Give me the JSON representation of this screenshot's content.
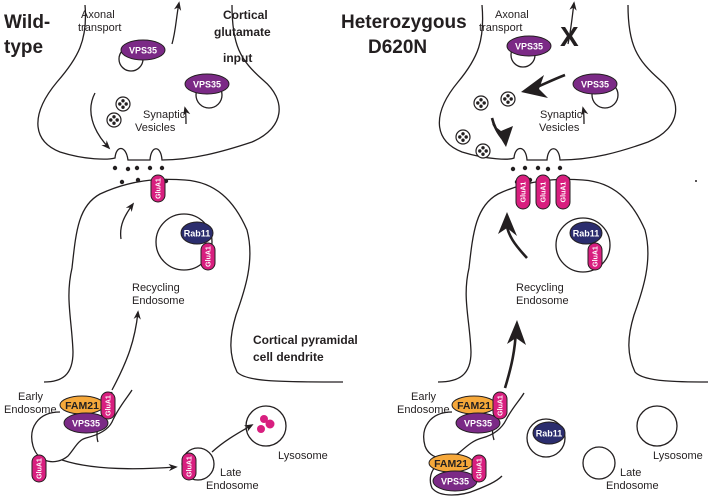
{
  "colors": {
    "vps35": "#7b2a86",
    "glua1": "#d81f7f",
    "rab11": "#2b2d6e",
    "fam21": "#f6a83a",
    "lysosome_content": "#d81f7f",
    "line": "#231f20"
  },
  "left_panel": {
    "title_line1": "Wild-",
    "title_line2": "type",
    "axonal_transport_line1": "Axonal",
    "axonal_transport_line2": "transport",
    "cortical_input_line1": "Cortical",
    "cortical_input_line2": "glutamate",
    "cortical_input_line3": "input",
    "synaptic_line1": "Synaptic",
    "synaptic_line2": "Vesicles",
    "recycling_line1": "Recycling",
    "recycling_line2": "Endosome",
    "dendrite_line1": "Cortical pyramidal",
    "dendrite_line2": "cell dendrite",
    "early_line1": "Early",
    "early_line2": "Endosome",
    "late_line1": "Late",
    "late_line2": "Endosome",
    "lysosome": "Lysosome"
  },
  "right_panel": {
    "title_line1": "Heterozygous",
    "title_line2": "D620N",
    "axonal_transport_line1": "Axonal",
    "axonal_transport_line2": "transport",
    "blocked_mark": "X",
    "synaptic_line1": "Synaptic",
    "synaptic_line2": "Vesicles",
    "recycling_line1": "Recycling",
    "recycling_line2": "Endosome",
    "early_line1": "Early",
    "early_line2": "Endosome",
    "late_line1": "Late",
    "late_line2": "Endosome",
    "lysosome": "Lysosome"
  },
  "proteins": {
    "vps35": "VPS35",
    "glua1": "GluA1",
    "rab11": "Rab11",
    "fam21": "FAM21"
  }
}
